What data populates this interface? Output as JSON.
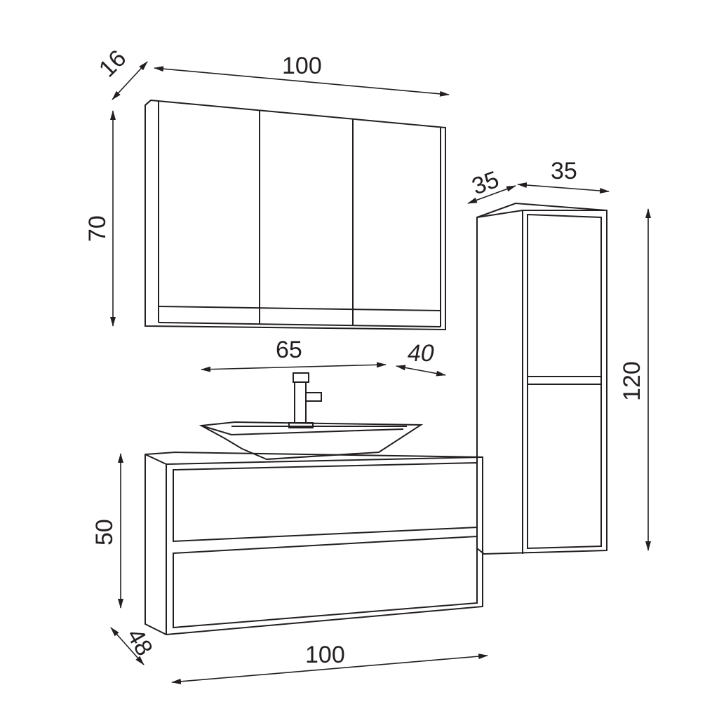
{
  "mirror_cabinet": {
    "depth": "16",
    "width": "100",
    "height": "70"
  },
  "tall_cabinet": {
    "depth": "35",
    "width": "35",
    "height": "120"
  },
  "basin": {
    "width": "65",
    "depth": "40"
  },
  "vanity": {
    "height": "50",
    "depth": "48",
    "width": "100"
  },
  "line_color": "#231f20"
}
